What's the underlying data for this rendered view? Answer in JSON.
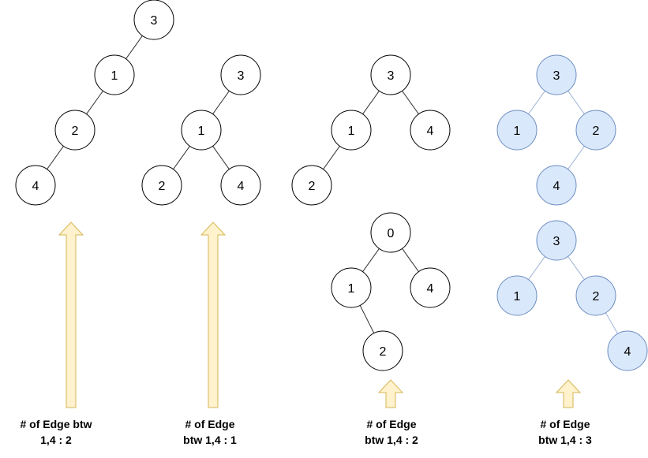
{
  "colors": {
    "plain_fill": "#ffffff",
    "plain_stroke": "#000000",
    "plain_edge": "#333333",
    "blue_fill": "#dae8fc",
    "blue_stroke": "#6c8ebf",
    "blue_edge": "#9fb5d6",
    "arrow_fill": "#fff2cc",
    "arrow_stroke": "#d6b656"
  },
  "trees": [
    {
      "id": "a",
      "style": "plain",
      "nodes": [
        {
          "id": "a3",
          "label": "3"
        },
        {
          "id": "a1",
          "label": "1"
        },
        {
          "id": "a2",
          "label": "2"
        },
        {
          "id": "a4",
          "label": "4"
        }
      ],
      "edges": [
        [
          "a3",
          "a1"
        ],
        [
          "a1",
          "a2"
        ],
        [
          "a2",
          "a4"
        ]
      ]
    },
    {
      "id": "b",
      "style": "plain",
      "nodes": [
        {
          "id": "b3",
          "label": "3"
        },
        {
          "id": "b1",
          "label": "1"
        },
        {
          "id": "b2",
          "label": "2"
        },
        {
          "id": "b4",
          "label": "4"
        }
      ],
      "edges": [
        [
          "b3",
          "b1"
        ],
        [
          "b1",
          "b2"
        ],
        [
          "b1",
          "b4"
        ]
      ]
    },
    {
      "id": "c",
      "style": "plain",
      "nodes": [
        {
          "id": "c3",
          "label": "3"
        },
        {
          "id": "c1",
          "label": "1"
        },
        {
          "id": "c4",
          "label": "4"
        },
        {
          "id": "c2",
          "label": "2"
        }
      ],
      "edges": [
        [
          "c3",
          "c1"
        ],
        [
          "c3",
          "c4"
        ],
        [
          "c1",
          "c2"
        ]
      ]
    },
    {
      "id": "d",
      "style": "plain",
      "nodes": [
        {
          "id": "d0",
          "label": "0"
        },
        {
          "id": "d1",
          "label": "1"
        },
        {
          "id": "d4",
          "label": "4"
        },
        {
          "id": "d2",
          "label": "2"
        }
      ],
      "edges": [
        [
          "d0",
          "d1"
        ],
        [
          "d0",
          "d4"
        ],
        [
          "d1",
          "d2"
        ]
      ]
    },
    {
      "id": "e",
      "style": "blue",
      "nodes": [
        {
          "id": "e3",
          "label": "3"
        },
        {
          "id": "e1",
          "label": "1"
        },
        {
          "id": "e2",
          "label": "2"
        },
        {
          "id": "e4",
          "label": "4"
        }
      ],
      "edges": [
        [
          "e3",
          "e1"
        ],
        [
          "e3",
          "e2"
        ],
        [
          "e2",
          "e4"
        ]
      ]
    },
    {
      "id": "f",
      "style": "blue",
      "nodes": [
        {
          "id": "f3",
          "label": "3"
        },
        {
          "id": "f1",
          "label": "1"
        },
        {
          "id": "f2",
          "label": "2"
        },
        {
          "id": "f4",
          "label": "4"
        }
      ],
      "edges": [
        [
          "f3",
          "f1"
        ],
        [
          "f3",
          "f2"
        ],
        [
          "f2",
          "f4"
        ]
      ]
    }
  ],
  "captions": [
    {
      "line1": "# of Edge btw",
      "line2": "1,4 : 2"
    },
    {
      "line1": "# of Edge",
      "line2": "btw 1,4 : 1"
    },
    {
      "line1": "# of Edge",
      "line2": "btw 1,4 : 2"
    },
    {
      "line1": "# of Edge",
      "line2": "btw 1,4 : 3"
    }
  ]
}
